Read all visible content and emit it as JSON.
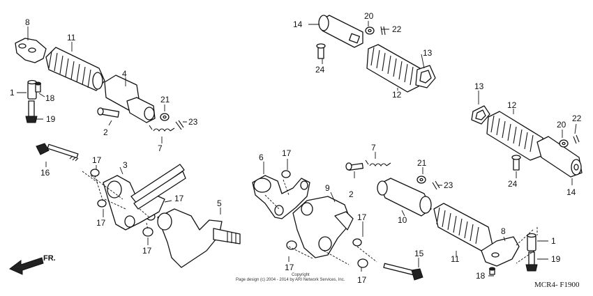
{
  "callouts": {
    "c1a": "1",
    "c1b": "1",
    "c2a": "2",
    "c2b": "2",
    "c3": "3",
    "c4": "4",
    "c5": "5",
    "c6": "6",
    "c7a": "7",
    "c7b": "7",
    "c8a": "8",
    "c8b": "8",
    "c9": "9",
    "c10": "10",
    "c11a": "11",
    "c11b": "11",
    "c12a": "12",
    "c12b": "12",
    "c13a": "13",
    "c13b": "13",
    "c14a": "14",
    "c14b": "14",
    "c15": "15",
    "c16": "16",
    "c17a": "17",
    "c17b": "17",
    "c17c": "17",
    "c17d": "17",
    "c17e": "17",
    "c17f": "17",
    "c17g": "17",
    "c17h": "17",
    "c18a": "18",
    "c18b": "18",
    "c19a": "19",
    "c19b": "19",
    "c20a": "20",
    "c20b": "20",
    "c21a": "21",
    "c21b": "21",
    "c22a": "22",
    "c22b": "22",
    "c23a": "23",
    "c23b": "23",
    "c24a": "24",
    "c24b": "24"
  },
  "direction_label": "FR.",
  "copyright_line1": "Copyright",
  "copyright_line2": "Page design (c) 2004 - 2014 by ARI Network Services, Inc.",
  "diagram_code": "MCR4- F1900"
}
